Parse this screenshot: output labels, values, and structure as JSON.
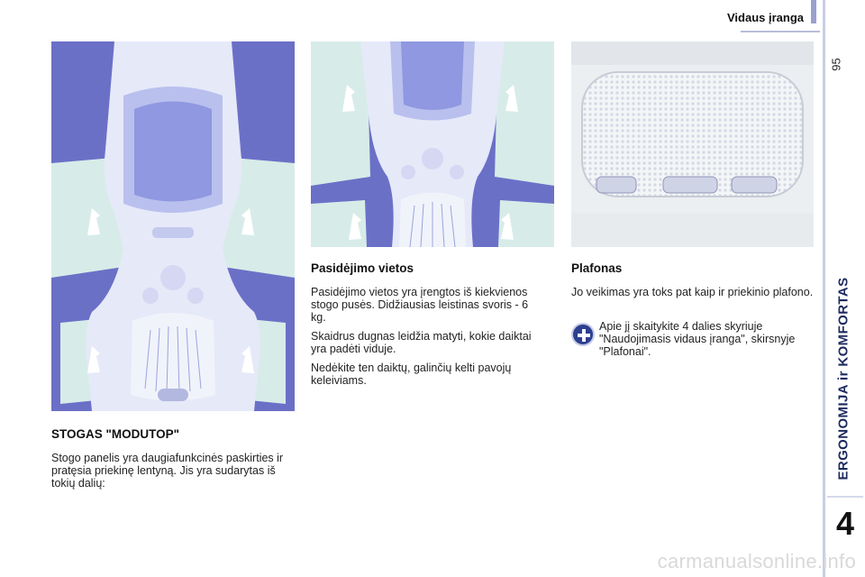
{
  "header": {
    "section_title": "Vidaus įranga",
    "page_number": "95"
  },
  "side_tab": {
    "chapter_title": "ERGONOMIJA ir KOMFORTAS",
    "chapter_number": "4"
  },
  "sections": {
    "modutop": {
      "heading": "STOGAS \"MODUTOP\"",
      "paragraphs": [
        "Stogo panelis yra daugiafunkcinės paskirties ir pratęsia priekinę lentyną. Jis yra sudarytas iš tokių dalių:"
      ]
    },
    "storage": {
      "heading": "Pasidėjimo vietos",
      "paragraphs": [
        "Pasidėjimo vietos yra įrengtos iš kiekvienos stogo pusės. Didžiausias leistinas svoris - 6 kg.",
        "Skaidrus dugnas leidžia matyti, kokie daiktai yra padėti viduje.",
        "Nedėkite ten daiktų, galinčių kelti pavojų keleiviams."
      ]
    },
    "plafonas": {
      "heading": "Plafonas",
      "paragraphs": [
        "Jo veikimas yra toks pat kaip ir priekinio plafono."
      ],
      "note": "Apie jį skaitykite 4 dalies skyriuje \"Naudojimasis vidaus įranga\", skirsnyje \"Plafonai\"."
    }
  },
  "icons": {
    "note": "plus-circle-icon"
  },
  "colors": {
    "accent": "#2d3f8f",
    "image_blue": "#6a6fc4",
    "headliner": "#dfe4f4"
  },
  "watermark": "carmanualsonline.info"
}
